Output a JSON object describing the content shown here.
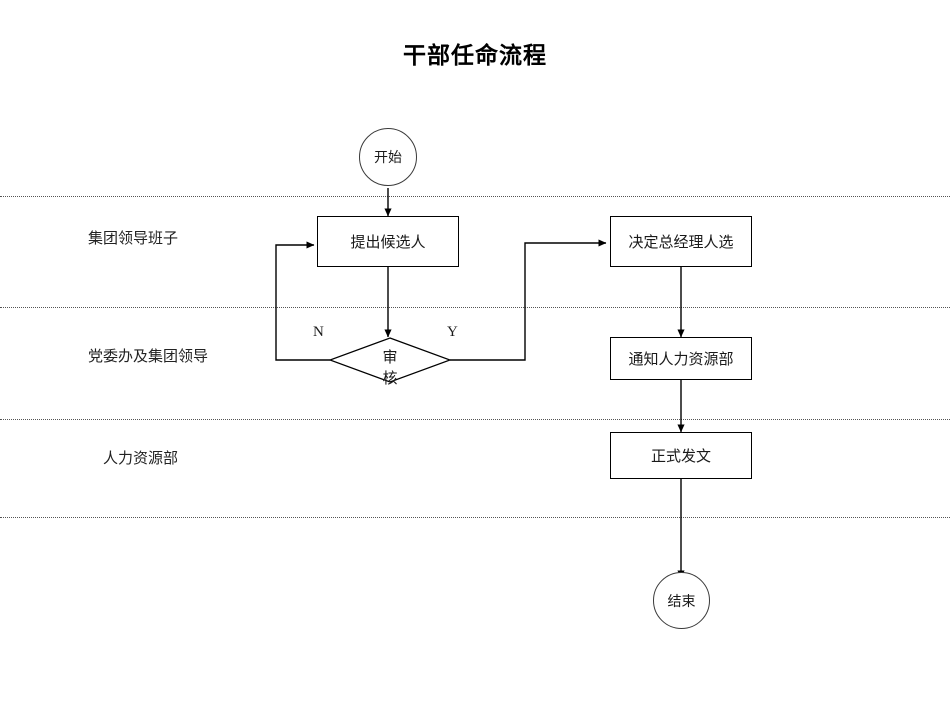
{
  "diagram": {
    "title": "干部任命流程",
    "type": "swimlane-flowchart",
    "lanes": [
      {
        "id": "lane-group-leadership",
        "label": "集团领导班子"
      },
      {
        "id": "lane-party-committee",
        "label": "党委办及集团领导"
      },
      {
        "id": "lane-hr",
        "label": "人力资源部"
      }
    ],
    "nodes": [
      {
        "id": "start",
        "shape": "circle",
        "label": "开始"
      },
      {
        "id": "propose",
        "shape": "process",
        "label": "提出候选人"
      },
      {
        "id": "review",
        "shape": "decision",
        "label": "审核",
        "line1": "审",
        "line2": "核"
      },
      {
        "id": "decide-gm",
        "shape": "process",
        "label": "决定总经理人选"
      },
      {
        "id": "notify-hr",
        "shape": "process",
        "label": "通知人力资源部"
      },
      {
        "id": "issue-doc",
        "shape": "process",
        "label": "正式发文"
      },
      {
        "id": "end",
        "shape": "circle",
        "label": "结束"
      }
    ],
    "edges": [
      {
        "id": "edge-start-propose",
        "from": "start",
        "to": "propose",
        "label": ""
      },
      {
        "id": "edge-propose-review",
        "from": "propose",
        "to": "review",
        "label": ""
      },
      {
        "id": "edge-review-propose-no",
        "from": "review",
        "to": "propose",
        "label": "N"
      },
      {
        "id": "edge-review-decide-yes",
        "from": "review",
        "to": "decide-gm",
        "label": "Y"
      },
      {
        "id": "edge-decide-notify",
        "from": "decide-gm",
        "to": "notify-hr",
        "label": ""
      },
      {
        "id": "edge-notify-issue",
        "from": "notify-hr",
        "to": "issue-doc",
        "label": ""
      },
      {
        "id": "edge-issue-end",
        "from": "issue-doc",
        "to": "end",
        "label": ""
      }
    ],
    "edge_labels": {
      "no": "N",
      "yes": "Y"
    },
    "colors": {
      "background": "#ffffff",
      "stroke": "#000000",
      "text": "#1a1a1a",
      "divider": "#555555"
    }
  }
}
